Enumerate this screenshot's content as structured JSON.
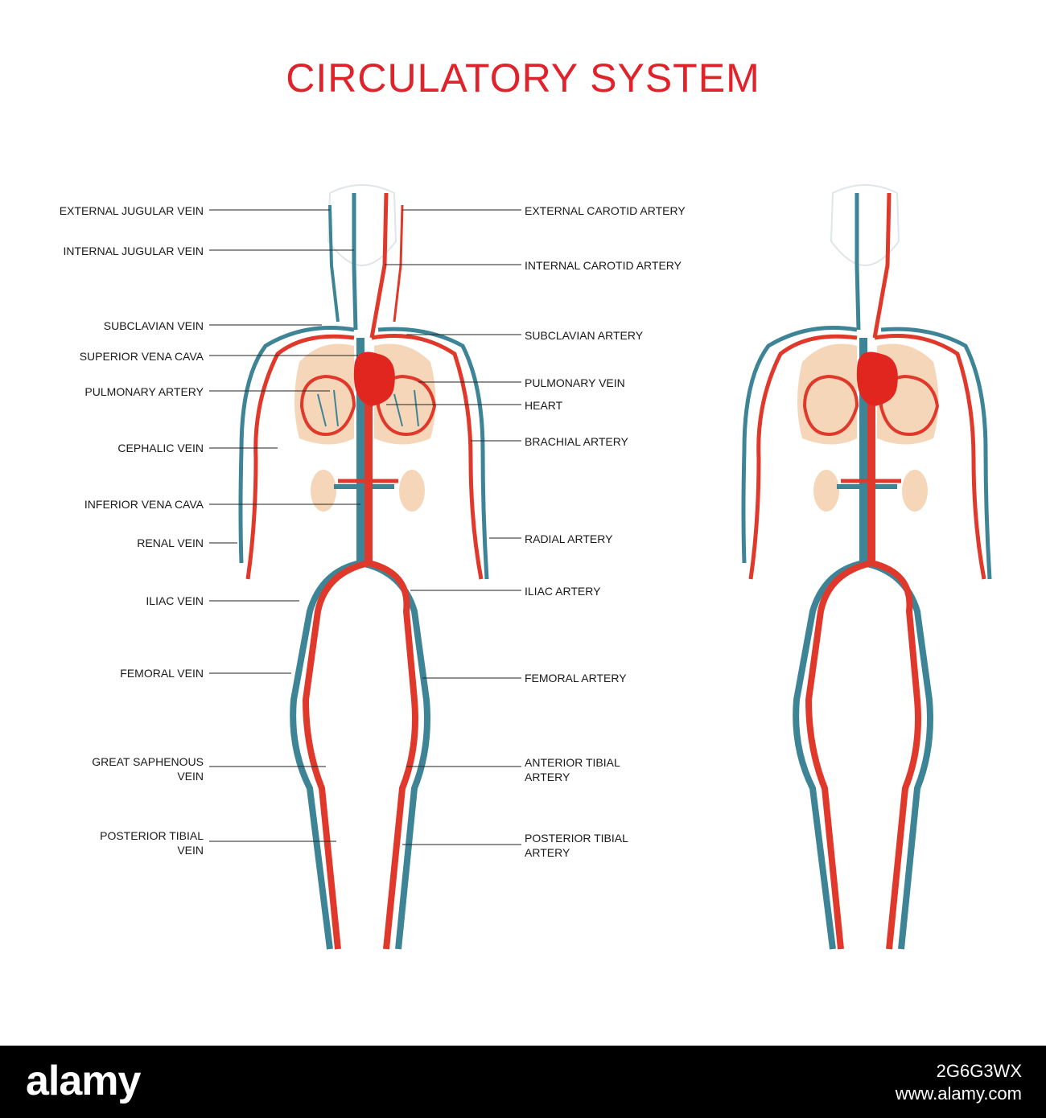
{
  "title": "CIRCULATORY SYSTEM",
  "colors": {
    "artery": "#e0392b",
    "vein": "#3e8497",
    "organ": "#f6d6b8",
    "heart": "#e0261f",
    "title": "#e0222a"
  },
  "left_labels": [
    "EXTERNAL JUGULAR VEIN",
    "INTERNAL JUGULAR VEIN",
    "SUBCLAVIAN VEIN",
    "SUPERIOR VENA CAVA",
    "PULMONARY ARTERY",
    "CEPHALIC VEIN",
    "INFERIOR VENA CAVA",
    "RENAL VEIN",
    "ILIAC VEIN",
    "FEMORAL VEIN",
    "GREAT SAPHENOUS VEIN",
    "POSTERIOR TIBIAL VEIN"
  ],
  "right_labels": [
    "EXTERNAL CAROTID ARTERY",
    "INTERNAL CAROTID ARTERY",
    "SUBCLAVIAN ARTERY",
    "PULMONARY VEIN",
    "HEART",
    "BRACHIAL ARTERY",
    "RADIAL ARTERY",
    "ILIAC ARTERY",
    "FEMORAL ARTERY",
    "ANTERIOR  TIBIAL ARTERY",
    "POSTERIOR TIBIAL ARTERY"
  ],
  "footer": {
    "brand": "alamy",
    "image_id": "2G6G3WX",
    "url": "www.alamy.com"
  }
}
